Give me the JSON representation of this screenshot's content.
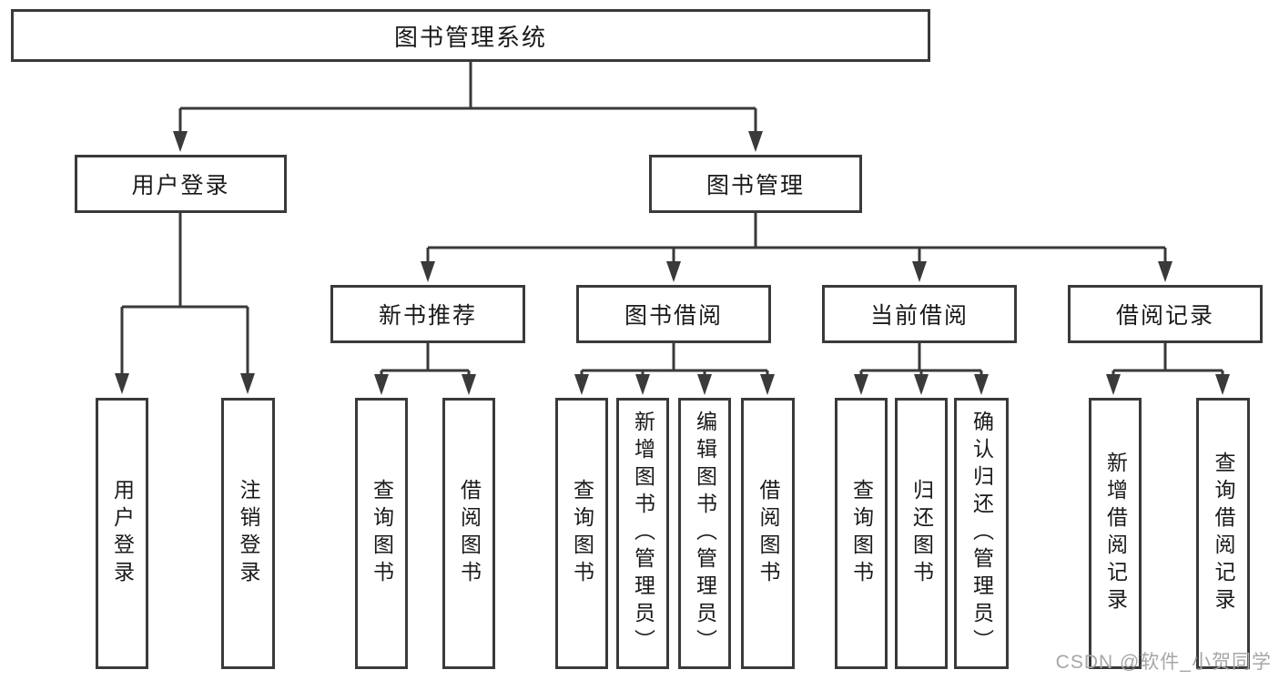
{
  "diagram": {
    "type": "hierarchy-tree",
    "colors": {
      "line": "#3a3a3a",
      "text": "#1a1a1a",
      "background": "#ffffff",
      "watermark_text_color": "#a6a6a6"
    },
    "tree": {
      "label": "图书管理系统",
      "children": [
        {
          "label": "用户登录",
          "children": [
            {
              "label": "用户登录"
            },
            {
              "label": "注销登录"
            }
          ]
        },
        {
          "label": "图书管理",
          "children": [
            {
              "label": "新书推荐",
              "children": [
                {
                  "label": "查询图书"
                },
                {
                  "label": "借阅图书"
                }
              ]
            },
            {
              "label": "图书借阅",
              "children": [
                {
                  "label": "查询图书"
                },
                {
                  "label": "新增图书（管理员）"
                },
                {
                  "label": "编辑图书（管理员）"
                },
                {
                  "label": "借阅图书"
                }
              ]
            },
            {
              "label": "当前借阅",
              "children": [
                {
                  "label": "查询图书"
                },
                {
                  "label": "归还图书"
                },
                {
                  "label": "确认归还（管理员）"
                }
              ]
            },
            {
              "label": "借阅记录",
              "children": [
                {
                  "label": "新增借阅记录"
                },
                {
                  "label": "查询借阅记录"
                }
              ]
            }
          ]
        }
      ]
    },
    "watermark": {
      "text": "CSDN @软件_小贺同学"
    }
  }
}
